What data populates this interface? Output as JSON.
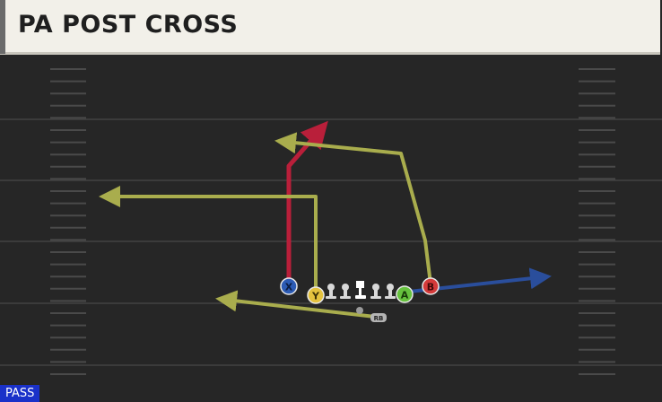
{
  "play": {
    "title": "PA POST CROSS"
  },
  "mode_badge": "PASS",
  "players": {
    "x": {
      "label": "X"
    },
    "y": {
      "label": "Y"
    },
    "a": {
      "label": "A"
    },
    "b": {
      "label": "B"
    },
    "rb": {
      "label": "RB"
    }
  },
  "colors": {
    "field_bg": "#262626",
    "yard_line": "#3b3b3b",
    "hash_mark": "#4a4a4a",
    "route_red": "#b91f3a",
    "route_yellow": "#a9ad4d",
    "route_blue": "#2a4e9c",
    "btn_x": "#2c5bb4",
    "btn_y": "#e4c23e",
    "btn_a": "#66c23e",
    "btn_b": "#d43a3a",
    "badge_bg": "#1a31c9"
  }
}
